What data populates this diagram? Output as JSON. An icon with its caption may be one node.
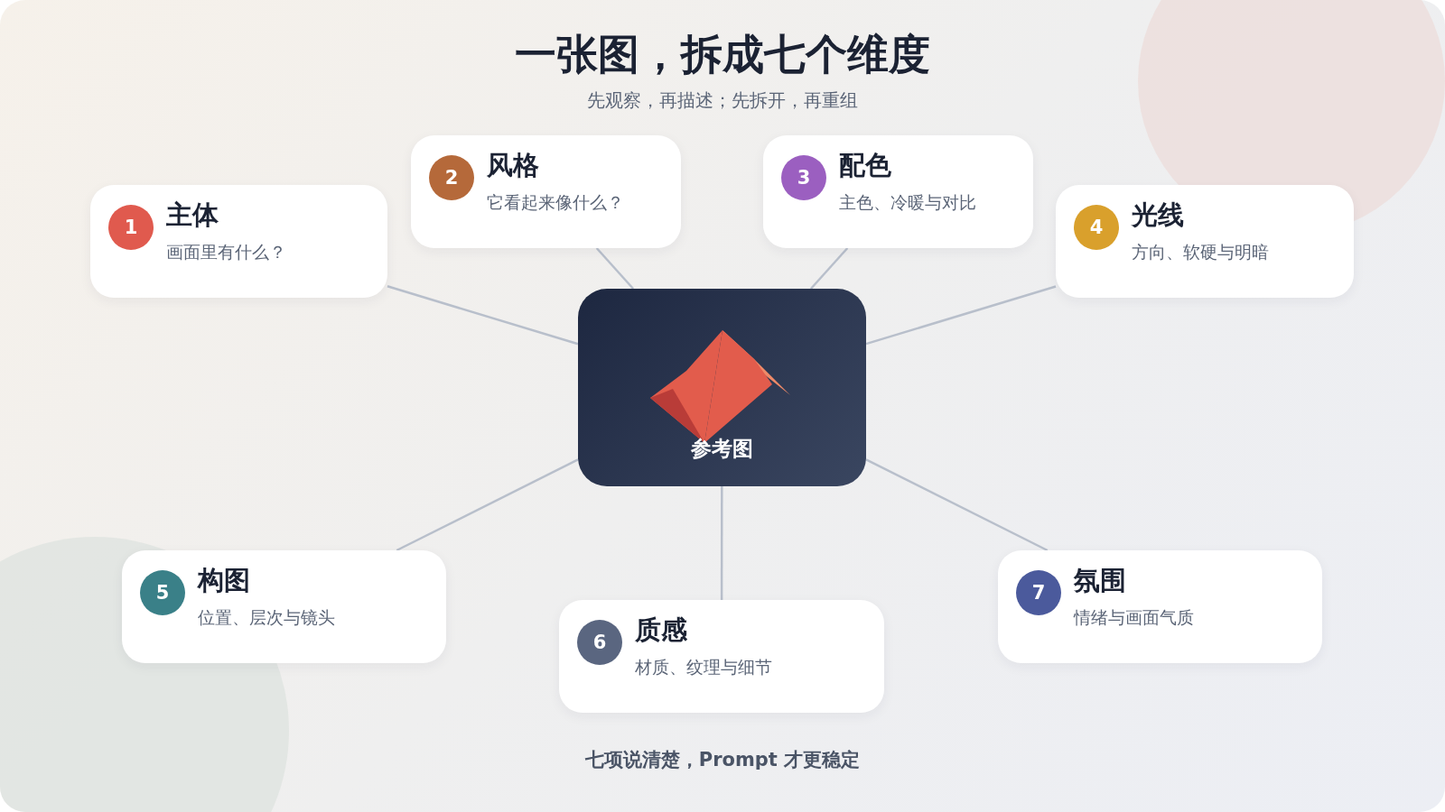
{
  "diagram": {
    "title": "一张图，拆成七个维度",
    "caption": "七项说清楚，Prompt 才更稳定",
    "nodes": [
      {
        "text": [
          "参考图"
        ]
      },
      {
        "text": [
          "1",
          "主体",
          "画面里有什么？"
        ]
      },
      {
        "text": [
          "2",
          "风格",
          "它看起来像什么？"
        ]
      },
      {
        "text": [
          "3",
          "配色",
          "主色、冷暖与对比"
        ]
      },
      {
        "text": [
          "4",
          "光线",
          "方向、软硬与明暗"
        ]
      },
      {
        "text": [
          "5",
          "构图",
          "位置、层次与镜头"
        ]
      },
      {
        "text": [
          "6",
          "质感",
          "材质、纹理与细节"
        ]
      },
      {
        "text": [
          "7",
          "氛围",
          "情绪与画面气质"
        ]
      }
    ],
    "edges": [
      {
        "from": 0,
        "to": 1,
        "arrow": "none"
      },
      {
        "from": 0,
        "to": 2,
        "arrow": "none"
      },
      {
        "from": 0,
        "to": 3,
        "arrow": "none"
      },
      {
        "from": 0,
        "to": 4,
        "arrow": "none"
      },
      {
        "from": 0,
        "to": 5,
        "arrow": "none"
      },
      {
        "from": 0,
        "to": 6,
        "arrow": "none"
      },
      {
        "from": 0,
        "to": 7,
        "arrow": "none"
      }
    ],
    "labels": [
      "先观察，再描述；先拆开，再重组"
    ]
  }
}
